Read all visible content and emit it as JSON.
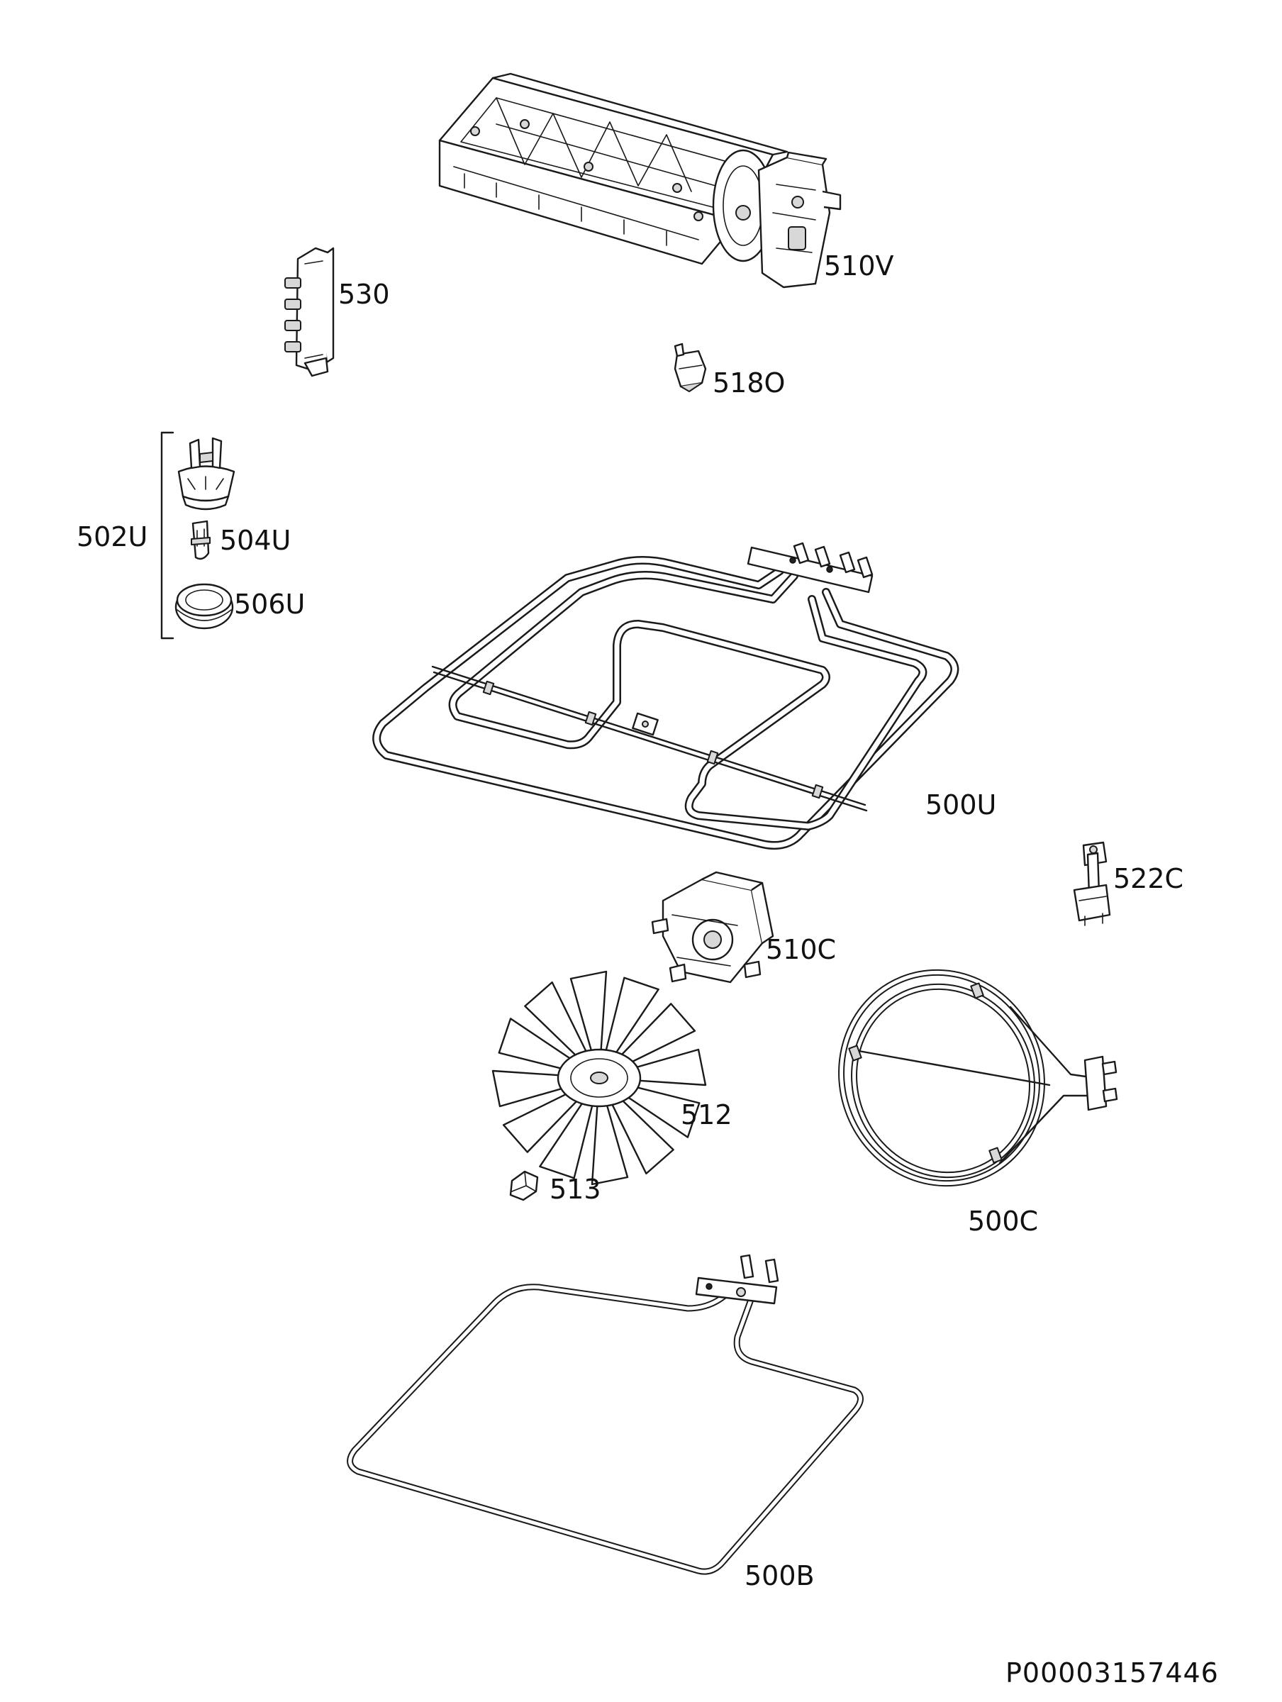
{
  "parts": {
    "p510v": "510V",
    "p530": "530",
    "p518o": "518O",
    "p502u": "502U",
    "p504u": "504U",
    "p506u": "506U",
    "p500u": "500U",
    "p522c": "522C",
    "p510c": "510C",
    "p512": "512",
    "p513": "513",
    "p500c": "500C",
    "p500b": "500B"
  },
  "document_id": "P00003157446"
}
